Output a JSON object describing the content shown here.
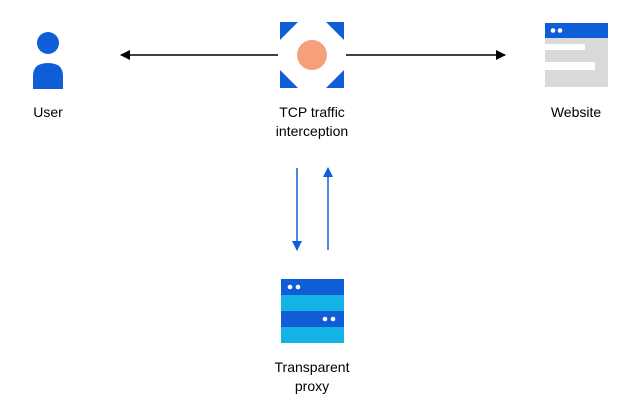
{
  "nodes": {
    "user": {
      "label": "User",
      "icon": "user-icon"
    },
    "tcp_interception": {
      "label_line1": "TCP traffic",
      "label_line2": "interception",
      "icon": "interception-target-icon"
    },
    "website": {
      "label": "Website",
      "icon": "browser-window-icon"
    },
    "proxy": {
      "label_line1": "Transparent",
      "label_line2": "proxy",
      "icon": "server-stack-icon"
    }
  },
  "colors": {
    "primary_blue": "#0f5ed8",
    "light_blue": "#14b3e6",
    "orange": "#f5a07a",
    "gray": "#d9d9d9",
    "arrow_black": "#000000",
    "text": "#000000"
  }
}
